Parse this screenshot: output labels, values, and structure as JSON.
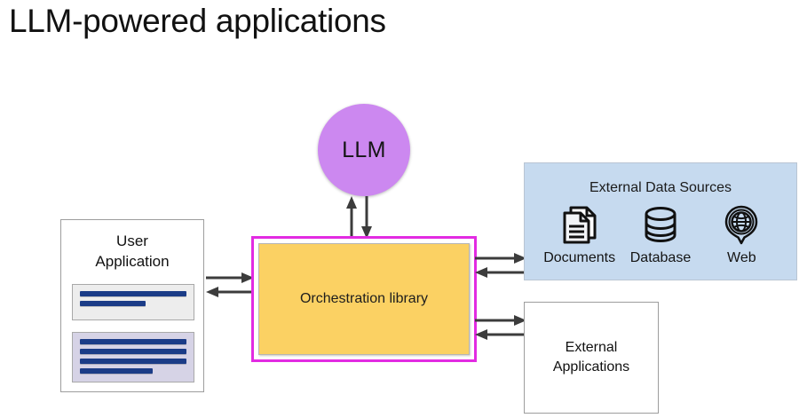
{
  "page": {
    "title": "LLM-powered applications",
    "background": "#FFFFFF"
  },
  "colors": {
    "llm_fill": "#CC88F0",
    "orchestration_border": "#E22BE2",
    "orchestration_fill": "#FBD163",
    "data_sources_fill": "#C6DAEF",
    "bubble_gray": "#EDEDED",
    "bubble_lilac": "#D6D3E6",
    "bubble_bar": "#1B3C87",
    "arrow": "#3C3C3C",
    "box_border": "#9D9D9D"
  },
  "nodes": {
    "llm": {
      "label": "LLM",
      "shape": "circle"
    },
    "user_application": {
      "title_line1": "User",
      "title_line2": "Application",
      "bubbles": [
        {
          "style": "gray",
          "bars": [
            100,
            62
          ]
        },
        {
          "style": "lilac",
          "bars": [
            100,
            100,
            100,
            68
          ]
        }
      ]
    },
    "orchestration": {
      "label": "Orchestration library"
    },
    "external_data_sources": {
      "title": "External Data Sources",
      "items": [
        {
          "icon": "documents-icon",
          "label": "Documents"
        },
        {
          "icon": "database-icon",
          "label": "Database"
        },
        {
          "icon": "globe-web-icon",
          "label": "Web"
        }
      ]
    },
    "external_applications": {
      "label_line1": "External",
      "label_line2": "Applications"
    }
  },
  "connectors": [
    {
      "name": "llm-orchestration",
      "from": "orchestration",
      "to": "llm",
      "orientation": "vertical",
      "bidirectional": true
    },
    {
      "name": "user-orchestration",
      "from": "user_application",
      "to": "orchestration",
      "orientation": "horizontal",
      "bidirectional": true
    },
    {
      "name": "orchestration-data-sources",
      "from": "orchestration",
      "to": "external_data_sources",
      "orientation": "horizontal",
      "bidirectional": true
    },
    {
      "name": "orchestration-external-applications",
      "from": "orchestration",
      "to": "external_applications",
      "orientation": "horizontal",
      "bidirectional": true
    }
  ]
}
